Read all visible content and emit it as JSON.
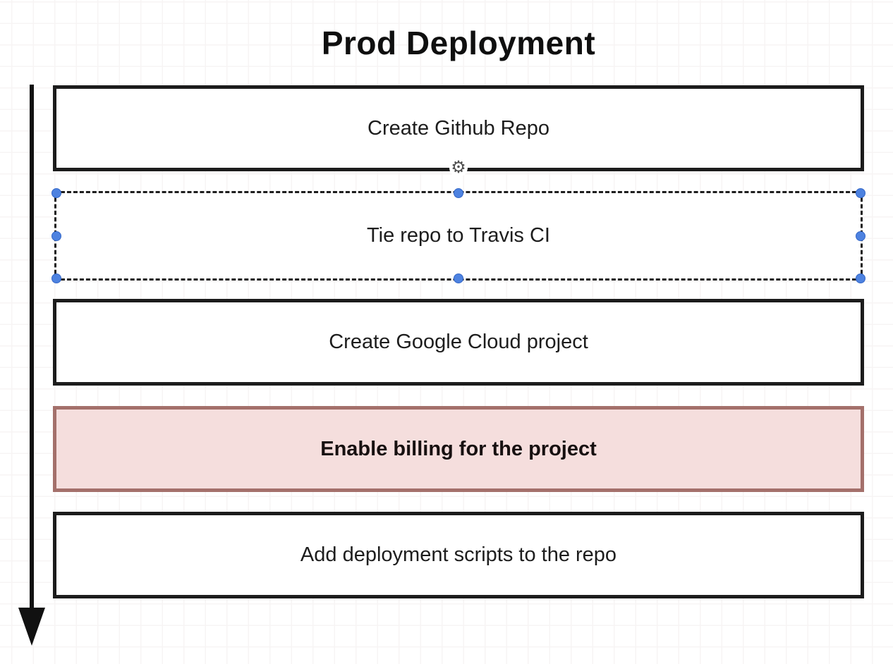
{
  "page": {
    "title": "Prod Deployment"
  },
  "diagram": {
    "type": "flowchart",
    "flow_direction": "down",
    "nodes": [
      {
        "label": "Create Github Repo",
        "style": "default",
        "state": "normal"
      },
      {
        "label": "Tie repo to Travis CI",
        "style": "default",
        "state": "selected"
      },
      {
        "label": "Create Google Cloud project",
        "style": "default",
        "state": "normal"
      },
      {
        "label": "Enable billing for the project",
        "style": "highlight",
        "state": "normal"
      },
      {
        "label": "Add deployment scripts to the repo",
        "style": "default",
        "state": "normal"
      }
    ],
    "selected_node_label": "Tie repo to Travis CI",
    "colors": {
      "box_border": "#1c1c1c",
      "box_fill": "#ffffff",
      "highlight_fill": "#f5dedd",
      "highlight_border": "#a4706b",
      "selection_handle": "#4d82e0",
      "arrow": "#111111",
      "grid_line": "#f7f4f4"
    }
  },
  "icons": {
    "gear": "⚙"
  }
}
